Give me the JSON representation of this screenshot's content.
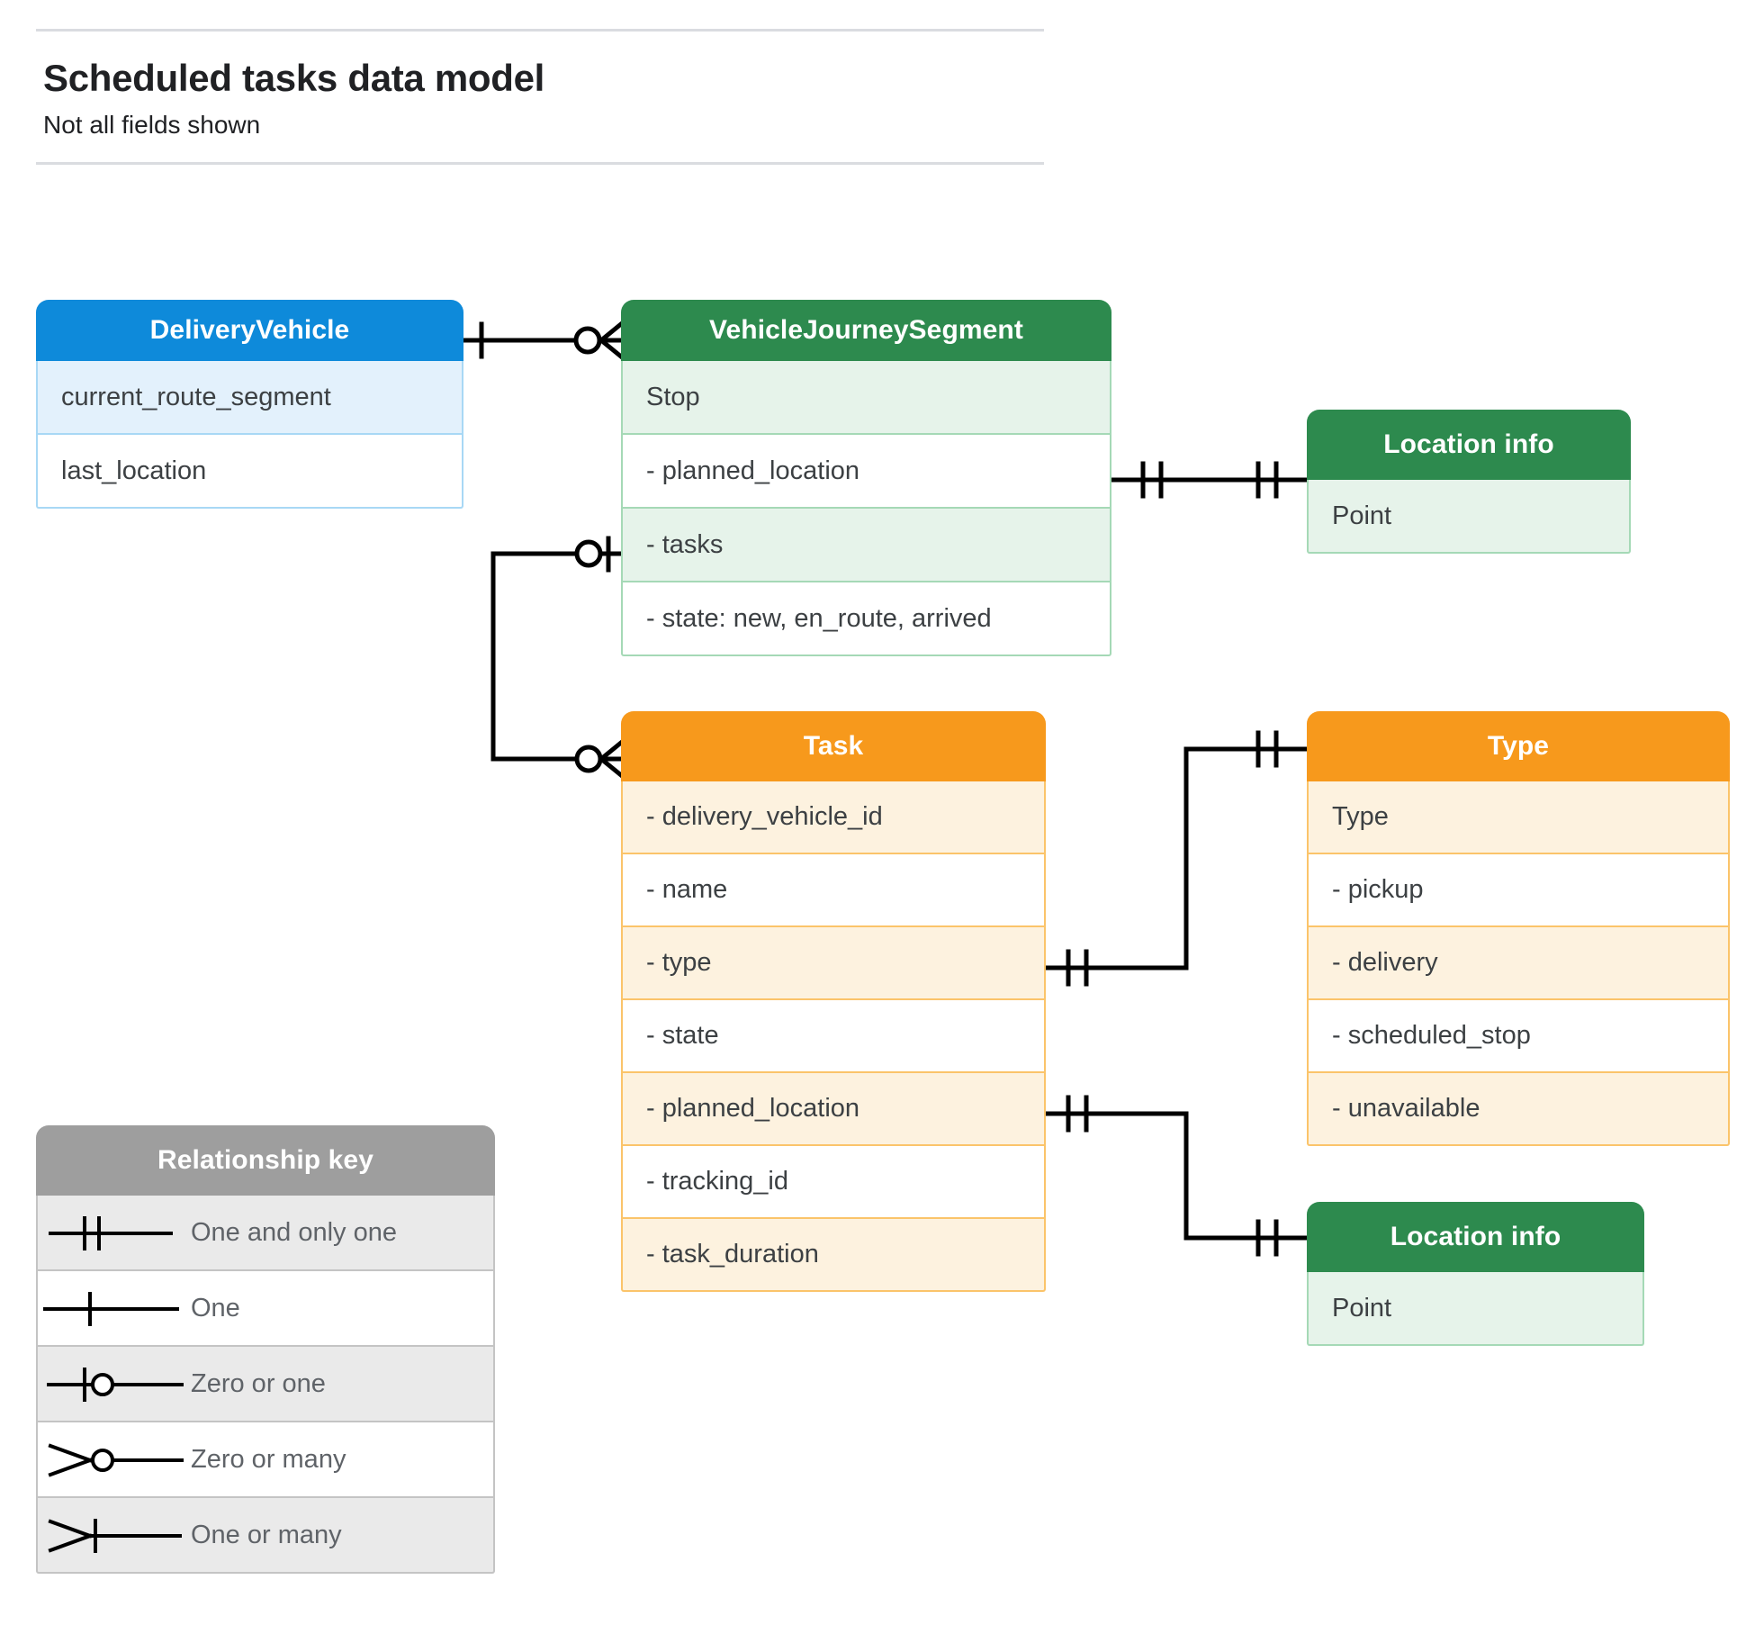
{
  "header": {
    "title": "Scheduled tasks data model",
    "subtitle": "Not all fields shown"
  },
  "colors": {
    "blue_header": "#0e8ada",
    "blue_row_tint": "#e3f1fc",
    "blue_border": "#a8d8f5",
    "green_header": "#2d8a4e",
    "green_row_tint": "#e6f3ea",
    "green_border": "#a5d9b6",
    "orange_header": "#f7991c",
    "orange_row_tint": "#fdf2df",
    "orange_border": "#fbc46a",
    "grey_header": "#9e9e9e",
    "grey_row_tint": "#eaeaea",
    "grey_border": "#c4c4c4",
    "line": "#000000",
    "rule": "#dadce0",
    "text": "#3c4043"
  },
  "entities": {
    "delivery_vehicle": {
      "title": "DeliveryVehicle",
      "rows": [
        "current_route_segment",
        "last_location"
      ]
    },
    "vehicle_journey_segment": {
      "title": "VehicleJourneySegment",
      "rows": [
        "Stop",
        "-  planned_location",
        "- tasks",
        "- state: new, en_route, arrived"
      ]
    },
    "location_info_top": {
      "title": "Location info",
      "rows": [
        "Point"
      ]
    },
    "location_info_bottom": {
      "title": "Location info",
      "rows": [
        "Point"
      ]
    },
    "task": {
      "title": "Task",
      "rows": [
        "- delivery_vehicle_id",
        "- name",
        "- type",
        "- state",
        "- planned_location",
        "- tracking_id",
        "- task_duration"
      ]
    },
    "type": {
      "title": "Type",
      "rows": [
        "Type",
        "-   pickup",
        "-   delivery",
        "-   scheduled_stop",
        "-   unavailable"
      ]
    }
  },
  "legend": {
    "title": "Relationship key",
    "items": [
      {
        "symbol": "one-and-only-one",
        "label": "One and only one"
      },
      {
        "symbol": "one",
        "label": "One"
      },
      {
        "symbol": "zero-or-one",
        "label": "Zero or one"
      },
      {
        "symbol": "zero-or-many",
        "label": "Zero or many"
      },
      {
        "symbol": "one-or-many",
        "label": "One or many"
      }
    ]
  },
  "relationships": [
    {
      "from": "DeliveryVehicle",
      "from_cardinality": "one",
      "to": "VehicleJourneySegment",
      "to_cardinality": "zero-or-many"
    },
    {
      "from": "VehicleJourneySegment.planned_location",
      "from_cardinality": "one-and-only-one",
      "to": "Location info",
      "to_cardinality": "one-and-only-one"
    },
    {
      "from": "VehicleJourneySegment.tasks",
      "from_cardinality": "zero-or-one",
      "to": "Task",
      "to_cardinality": "zero-or-many"
    },
    {
      "from": "Task.type",
      "from_cardinality": "one-and-only-one",
      "to": "Type",
      "to_cardinality": "one-and-only-one"
    },
    {
      "from": "Task.planned_location",
      "from_cardinality": "one-and-only-one",
      "to": "Location info",
      "to_cardinality": "one-and-only-one"
    }
  ]
}
